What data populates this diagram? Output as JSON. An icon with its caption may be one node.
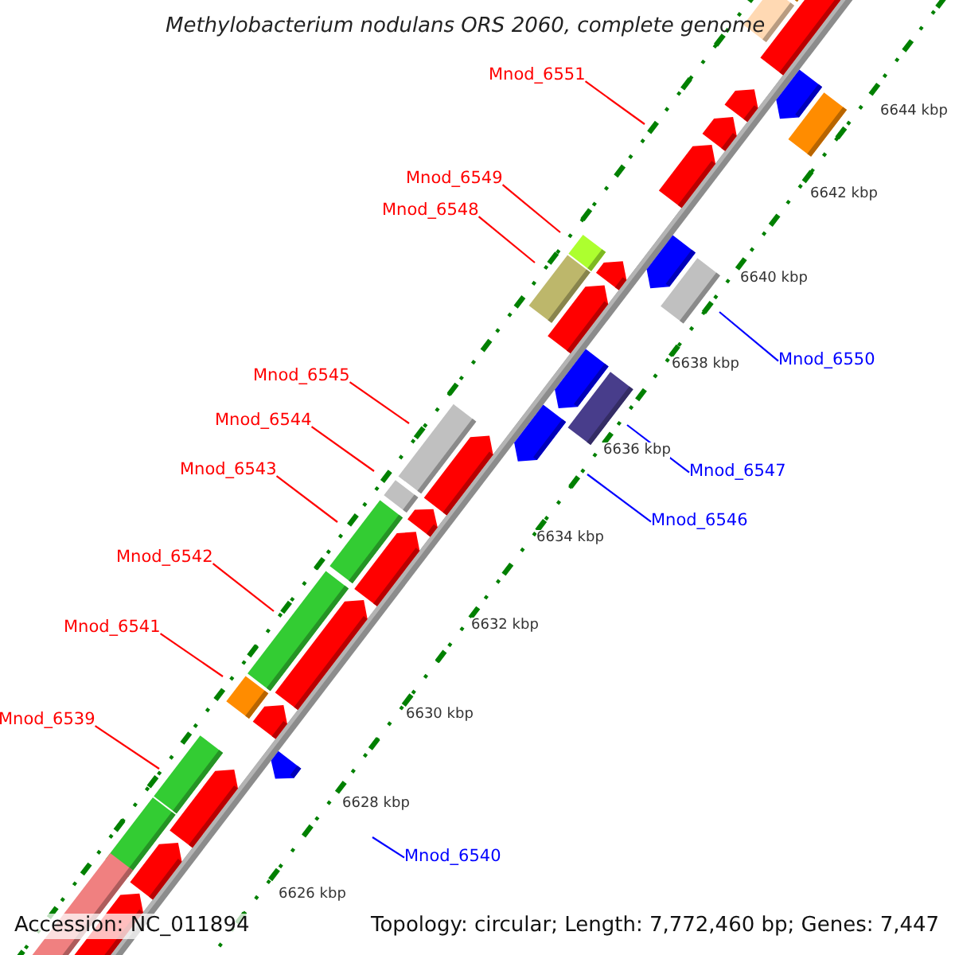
{
  "diagram": {
    "title": "Methylobacterium nodulans ORS 2060, complete genome",
    "nodes": [
      {
        "text": [
          "Mnod_6551"
        ]
      },
      {
        "text": [
          "Mnod_6549"
        ]
      },
      {
        "text": [
          "Mnod_6548"
        ]
      },
      {
        "text": [
          "Mnod_6550"
        ]
      },
      {
        "text": [
          "Mnod_6545"
        ]
      },
      {
        "text": [
          "Mnod_6544"
        ]
      },
      {
        "text": [
          "Mnod_6543"
        ]
      },
      {
        "text": [
          "Mnod_6547"
        ]
      },
      {
        "text": [
          "Mnod_6546"
        ]
      },
      {
        "text": [
          "Mnod_6542"
        ]
      },
      {
        "text": [
          "Mnod_6541"
        ]
      },
      {
        "text": [
          "Mnod_6539"
        ]
      },
      {
        "text": [
          "Mnod_6540"
        ]
      }
    ],
    "edges": [
      {
        "from": 0,
        "to": null,
        "arrow": "none"
      },
      {
        "from": 1,
        "to": null,
        "arrow": "none"
      },
      {
        "from": 2,
        "to": null,
        "arrow": "none"
      },
      {
        "from": 3,
        "to": null,
        "arrow": "none",
        "color": "#0000ff"
      },
      {
        "from": 4,
        "to": null,
        "arrow": "none"
      },
      {
        "from": 5,
        "to": null,
        "arrow": "none"
      },
      {
        "from": 6,
        "to": null,
        "arrow": "none"
      },
      {
        "from": 7,
        "to": null,
        "arrow": "none",
        "color": "#0000ff"
      },
      {
        "from": 8,
        "to": null,
        "arrow": "none",
        "color": "#0000ff"
      },
      {
        "from": 9,
        "to": null,
        "arrow": "none"
      },
      {
        "from": 10,
        "to": null,
        "arrow": "none"
      },
      {
        "from": 11,
        "to": null,
        "arrow": "none"
      },
      {
        "from": 12,
        "to": null,
        "arrow": "none",
        "color": "#0000ff"
      }
    ],
    "labels": [
      "6644 kbp",
      "6642 kbp",
      "6640 kbp",
      "6638 kbp",
      "6636 kbp",
      "6634 kbp",
      "6632 kbp",
      "6630 kbp",
      "6628 kbp",
      "6626 kbp",
      "Accession: NC_011894",
      "Topology: circular; Length: 7,772,460 bp; Genes: 7,447"
    ]
  }
}
